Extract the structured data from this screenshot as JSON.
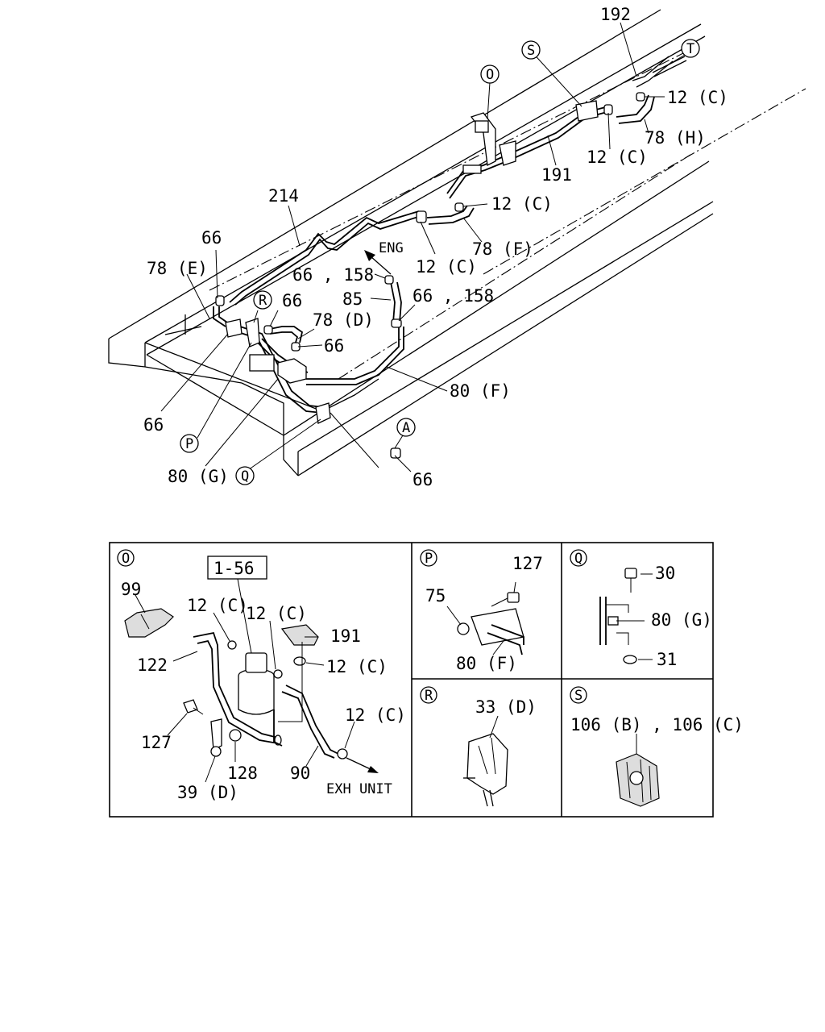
{
  "main_diagram": {
    "callouts": {
      "192": "192",
      "T": "T",
      "S": "S",
      "O": "O",
      "c12_t1": "12 (C)",
      "c78h": "78 (H)",
      "c12_t2": "12 (C)",
      "c191": "191",
      "c214": "214",
      "c12_m1": "12 (C)",
      "c78f": "78 (F)",
      "eng": "ENG",
      "c12_m2": "12 (C)",
      "c66_a": "66",
      "c78e": "78 (E)",
      "R": "R",
      "c66_158_a": "66 , 158",
      "c66_b": "66",
      "c85": "85",
      "c66_158_b": "66 , 158",
      "c78d": "78 (D)",
      "c66_c": "66",
      "c80f": "80 (F)",
      "c66_d": "66",
      "P": "P",
      "c80g": "80 (G)",
      "Q": "Q",
      "A": "A",
      "c66_e": "66"
    }
  },
  "detail_panels": {
    "O": {
      "letter": "O",
      "box_ref": "1-56",
      "labels": {
        "l99": "99",
        "l12a": "12 (C)",
        "l12b": "12 (C)",
        "l191": "191",
        "l122": "122",
        "l12c": "12 (C)",
        "l127": "127",
        "l128": "128",
        "l12d": "12 (C)",
        "l90": "90",
        "l39d": "39 (D)",
        "exh": "EXH UNIT"
      }
    },
    "P": {
      "letter": "P",
      "labels": {
        "l127": "127",
        "l75": "75",
        "l80f": "80 (F)"
      }
    },
    "Q": {
      "letter": "Q",
      "labels": {
        "l30": "30",
        "l80g": "80 (G)",
        "l31": "31"
      }
    },
    "R": {
      "letter": "R",
      "labels": {
        "l33d": "33 (D)"
      }
    },
    "S": {
      "letter": "S",
      "labels": {
        "l106": "106 (B) , 106 (C)"
      }
    }
  }
}
